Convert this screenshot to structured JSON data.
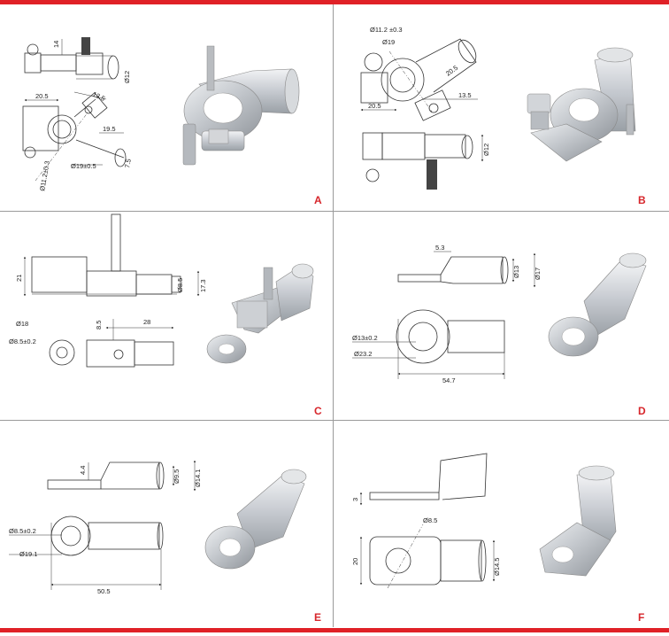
{
  "panels": [
    {
      "id": "A",
      "letter": "A",
      "dims": {
        "d1": "14",
        "d2": "Ø12",
        "d3": "20.5",
        "d4": "13.5",
        "d5": "19.5",
        "d6": "7.5",
        "d7": "Ø19±0.5",
        "d8": "Ø11.2±0.3"
      }
    },
    {
      "id": "B",
      "letter": "B",
      "dims": {
        "d1": "Ø11.2 ±0.3",
        "d2": "Ø19",
        "d3": "20.5",
        "d4": "20.5",
        "d5": "13.5",
        "d6": "Ø12"
      }
    },
    {
      "id": "C",
      "letter": "C",
      "dims": {
        "d1": "21",
        "d2": "Ø8.5",
        "d3": "17.3",
        "d4": "Ø18",
        "d5": "Ø8.5±0.2",
        "d6": "8.5",
        "d7": "28"
      }
    },
    {
      "id": "D",
      "letter": "D",
      "dims": {
        "d1": "5.3",
        "d2": "Ø13",
        "d3": "Ø17",
        "d4": "Ø13±0.2",
        "d5": "Ø23.2",
        "d6": "54.7"
      }
    },
    {
      "id": "E",
      "letter": "E",
      "dims": {
        "d1": "4.4",
        "d2": "Ø9.5",
        "d3": "Ø14.1",
        "d4": "Ø8.5±0.2",
        "d5": "Ø19.1",
        "d6": "50.5"
      }
    },
    {
      "id": "F",
      "letter": "F",
      "dims": {
        "d1": "3",
        "d2": "Ø8.5",
        "d3": "20",
        "d4": "Ø14.5"
      }
    }
  ],
  "colors": {
    "accent": "#e02127",
    "metal": "#c9ccd1",
    "line": "#333333"
  }
}
